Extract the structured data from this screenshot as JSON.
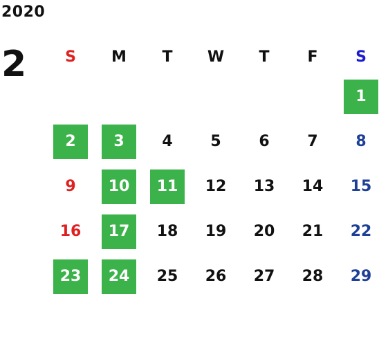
{
  "year": "2020",
  "month": "2",
  "colors": {
    "sunday": "#e02020",
    "saturday": "#1d3f96",
    "weekday": "#111111",
    "highlight": "#3cb34a"
  },
  "weekdays": [
    {
      "label": "S",
      "color": "#e02020"
    },
    {
      "label": "M",
      "color": "#111111"
    },
    {
      "label": "T",
      "color": "#111111"
    },
    {
      "label": "W",
      "color": "#111111"
    },
    {
      "label": "T",
      "color": "#111111"
    },
    {
      "label": "F",
      "color": "#111111"
    },
    {
      "label": "S",
      "color": "#1a1ad0"
    }
  ],
  "weeks": [
    [
      null,
      null,
      null,
      null,
      null,
      null,
      {
        "day": "1",
        "highlight": true
      }
    ],
    [
      {
        "day": "2",
        "highlight": true
      },
      {
        "day": "3",
        "highlight": true
      },
      {
        "day": "4"
      },
      {
        "day": "5"
      },
      {
        "day": "6"
      },
      {
        "day": "7"
      },
      {
        "day": "8"
      }
    ],
    [
      {
        "day": "9"
      },
      {
        "day": "10",
        "highlight": true
      },
      {
        "day": "11",
        "highlight": true
      },
      {
        "day": "12"
      },
      {
        "day": "13"
      },
      {
        "day": "14"
      },
      {
        "day": "15"
      }
    ],
    [
      {
        "day": "16"
      },
      {
        "day": "17",
        "highlight": true
      },
      {
        "day": "18"
      },
      {
        "day": "19"
      },
      {
        "day": "20"
      },
      {
        "day": "21"
      },
      {
        "day": "22"
      }
    ],
    [
      {
        "day": "23",
        "highlight": true
      },
      {
        "day": "24",
        "highlight": true
      },
      {
        "day": "25"
      },
      {
        "day": "26"
      },
      {
        "day": "27"
      },
      {
        "day": "28"
      },
      {
        "day": "29"
      }
    ]
  ]
}
